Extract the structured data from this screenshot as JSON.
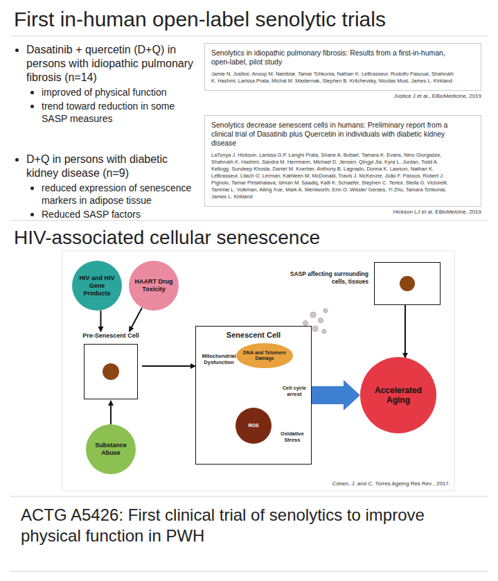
{
  "diagram": {
    "title": "First in-human open-label senolytic trials",
    "nodes": [
      {
        "text": [
          "Senolytics in idiopathic pulmonary fibrosis: Results from a first-in-human, open-label, pilot study",
          "Jamie N. Justice, Anoop M. Nambiar, Tamar Tchkonia, Nathan K. LeBrasseur, Rodolfo Pascual, Shahrukh K. Hashmi, Larissa Prata, Michal M. Masternak, Stephen B. Kritchevsky, Nicolas Musi, James L. Kirkland"
        ]
      },
      {
        "text": [
          "Senolytics decrease senescent cells in humans: Preliminary report from a clinical trial of Dasatinib plus Quercetin in individuals with diabetic kidney disease",
          "LaTonya J. Hickson, Larissa G.P. Langhi Prata, Shane A. Bobart, Tamara K. Evans, Nino Giorgadze, Shahrukh K. Hashmi, Sandra M. Herrmann, Michael D. Jensen, Qingyi Jia, Kyra L. Jordan, Todd A. Kellogg, Sundeep Khosla, Daniel M. Koerber, Anthony B. Lagnado, Donna K. Lawson, Nathan K. LeBrasseur, Lilach O. Lerman, Kathleen M. McDonald, Travis J. McKenzie, João F. Passos, Robert J. Pignolo, Tamar Pirtskhalava, Ishran M. Saadiq, Kalli K. Schaefer, Stephen C. Textor, Stella G. Victorelli, Tammie L. Volkman, Ailing Xue, Mark A. Wentworth, Erin O. Wissler Gerdes, Yi Zhu, Tamara Tchkonia, James L. Kirkland"
        ]
      },
      {
        "text": [
          "HIV and HIV Gene Products"
        ]
      },
      {
        "text": [
          "HAART Drug Toxicity"
        ]
      },
      {
        "text": [
          "Pre-Senescent Cell"
        ]
      },
      {
        "text": [
          "Substance Abuse"
        ]
      },
      {
        "text": [
          "Senescent Cell"
        ]
      },
      {
        "text": [
          "Mitochondrial Dysfunction"
        ],
        "in": 6
      },
      {
        "text": [
          "DNA and Telomere Damage"
        ],
        "in": 6
      },
      {
        "text": [
          "Cell cycle arrest"
        ],
        "in": 6
      },
      {
        "text": [
          "ROS"
        ],
        "in": 6
      },
      {
        "text": [
          "Oxidative Stress"
        ],
        "in": 6
      },
      {
        "text": [
          "SASP affecting surrounding cells, tissues"
        ]
      },
      {
        "text": [
          "Accelerated Aging"
        ]
      }
    ],
    "edges": [
      {
        "from": 2,
        "to": 4,
        "arrow": "to"
      },
      {
        "from": 3,
        "to": 4,
        "arrow": "to"
      },
      {
        "from": 5,
        "to": 4,
        "arrow": "to"
      },
      {
        "from": 4,
        "to": 6,
        "arrow": "to"
      },
      {
        "from": 6,
        "to": 13,
        "arrow": "to"
      },
      {
        "from": 12,
        "to": 13,
        "arrow": "to"
      }
    ],
    "labels": [
      "Dasatinib + quercetin (D+Q) in persons with idiopathic pulmonary fibrosis (n=14)",
      "improved of physical function",
      "trend toward reduction in some SASP measures",
      "D+Q in persons with diabetic kidney disease (n=9)",
      "reduced expression of senescence markers in adipose tissue",
      "Reduced SASP factors",
      "Justice J et al., EBioMedicine, 2019",
      "Hickson LJ et al. EBioMeicine, 2019",
      "HIV-associated cellular senescence",
      "Cohen, J. and C. Torres Ageing Res Rev , 2017.",
      "ACTG A5426: First clinical trial of senolytics to improve physical function in PWH"
    ]
  }
}
